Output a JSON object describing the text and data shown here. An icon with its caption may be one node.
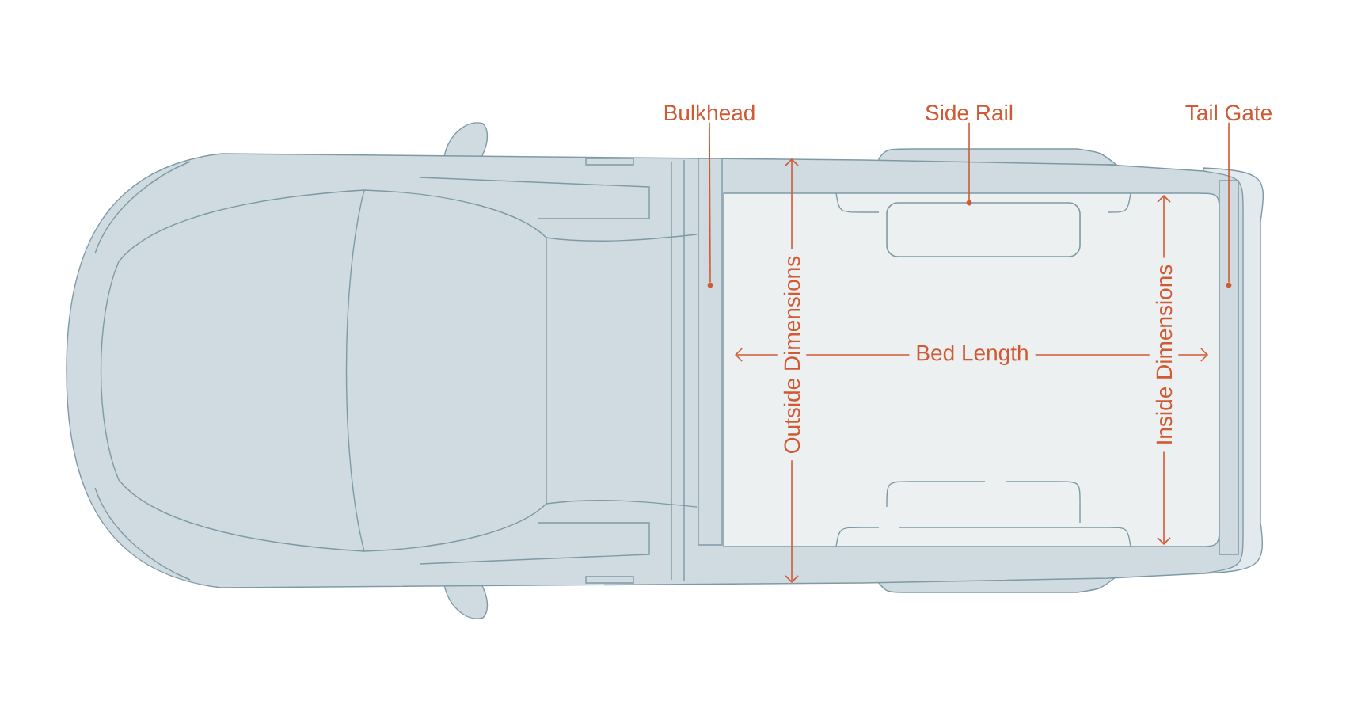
{
  "diagram": {
    "nodes": [
      {
        "text": [
          "Bulkhead"
        ]
      },
      {
        "text": [],
        "shape": "bar"
      },
      {
        "text": [
          "Side Rail"
        ]
      },
      {
        "text": [],
        "shape": "box"
      },
      {
        "text": [
          "Tail Gate"
        ]
      },
      {
        "text": [],
        "shape": "bar"
      }
    ],
    "edges": [
      {
        "from": 0,
        "to": 1,
        "arrow": "none"
      },
      {
        "from": 2,
        "to": 3,
        "arrow": "none"
      },
      {
        "from": 4,
        "to": 5,
        "arrow": "none"
      }
    ],
    "labels": [
      "Outside Dimensions",
      "Bed Length",
      "Inside Dimensions"
    ]
  }
}
